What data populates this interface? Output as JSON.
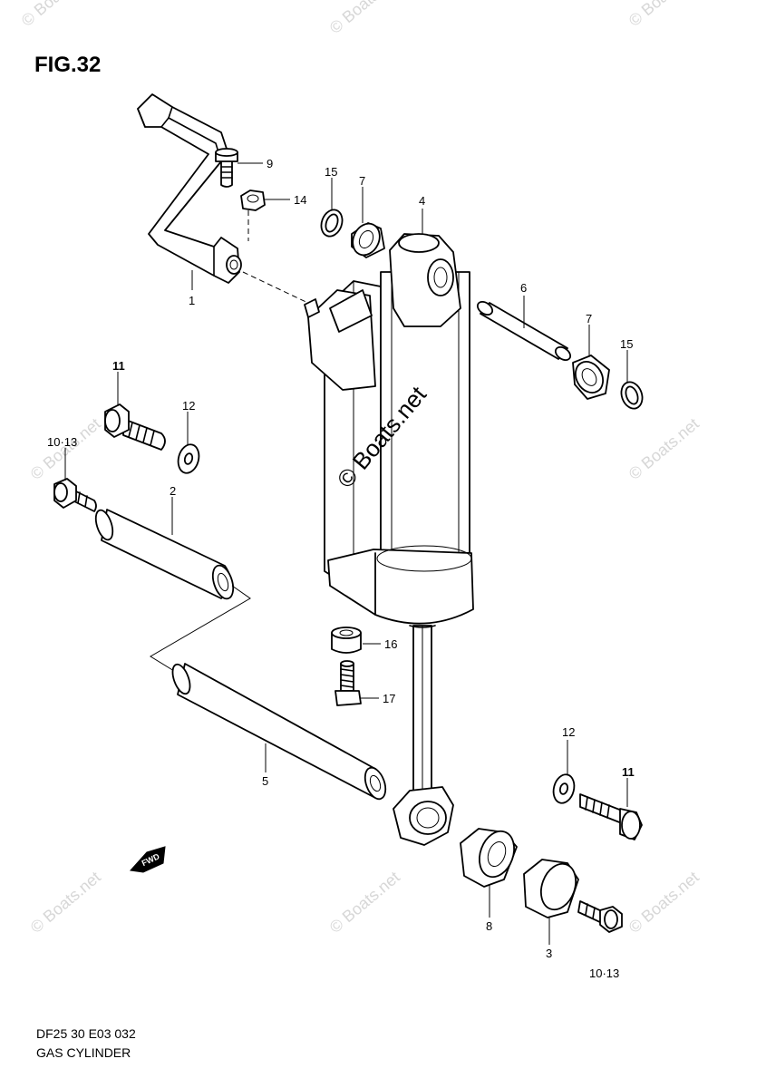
{
  "figure": {
    "title": "FIG.32",
    "code": "DF25 30 E03  032",
    "name": "GAS CYLINDER"
  },
  "watermark": {
    "text": "© Boats.net"
  },
  "direction_marker": {
    "label": "FWD"
  },
  "callouts": [
    {
      "label": "1"
    },
    {
      "label": "2"
    },
    {
      "label": "3"
    },
    {
      "label": "4"
    },
    {
      "label": "5"
    },
    {
      "label": "6"
    },
    {
      "label": "7"
    },
    {
      "label": "7"
    },
    {
      "label": "8"
    },
    {
      "label": "9"
    },
    {
      "label": "10·13"
    },
    {
      "label": "10·13"
    },
    {
      "label": "11"
    },
    {
      "label": "11"
    },
    {
      "label": "12"
    },
    {
      "label": "12"
    },
    {
      "label": "14"
    },
    {
      "label": "15"
    },
    {
      "label": "15"
    },
    {
      "label": "16"
    },
    {
      "label": "17"
    }
  ]
}
